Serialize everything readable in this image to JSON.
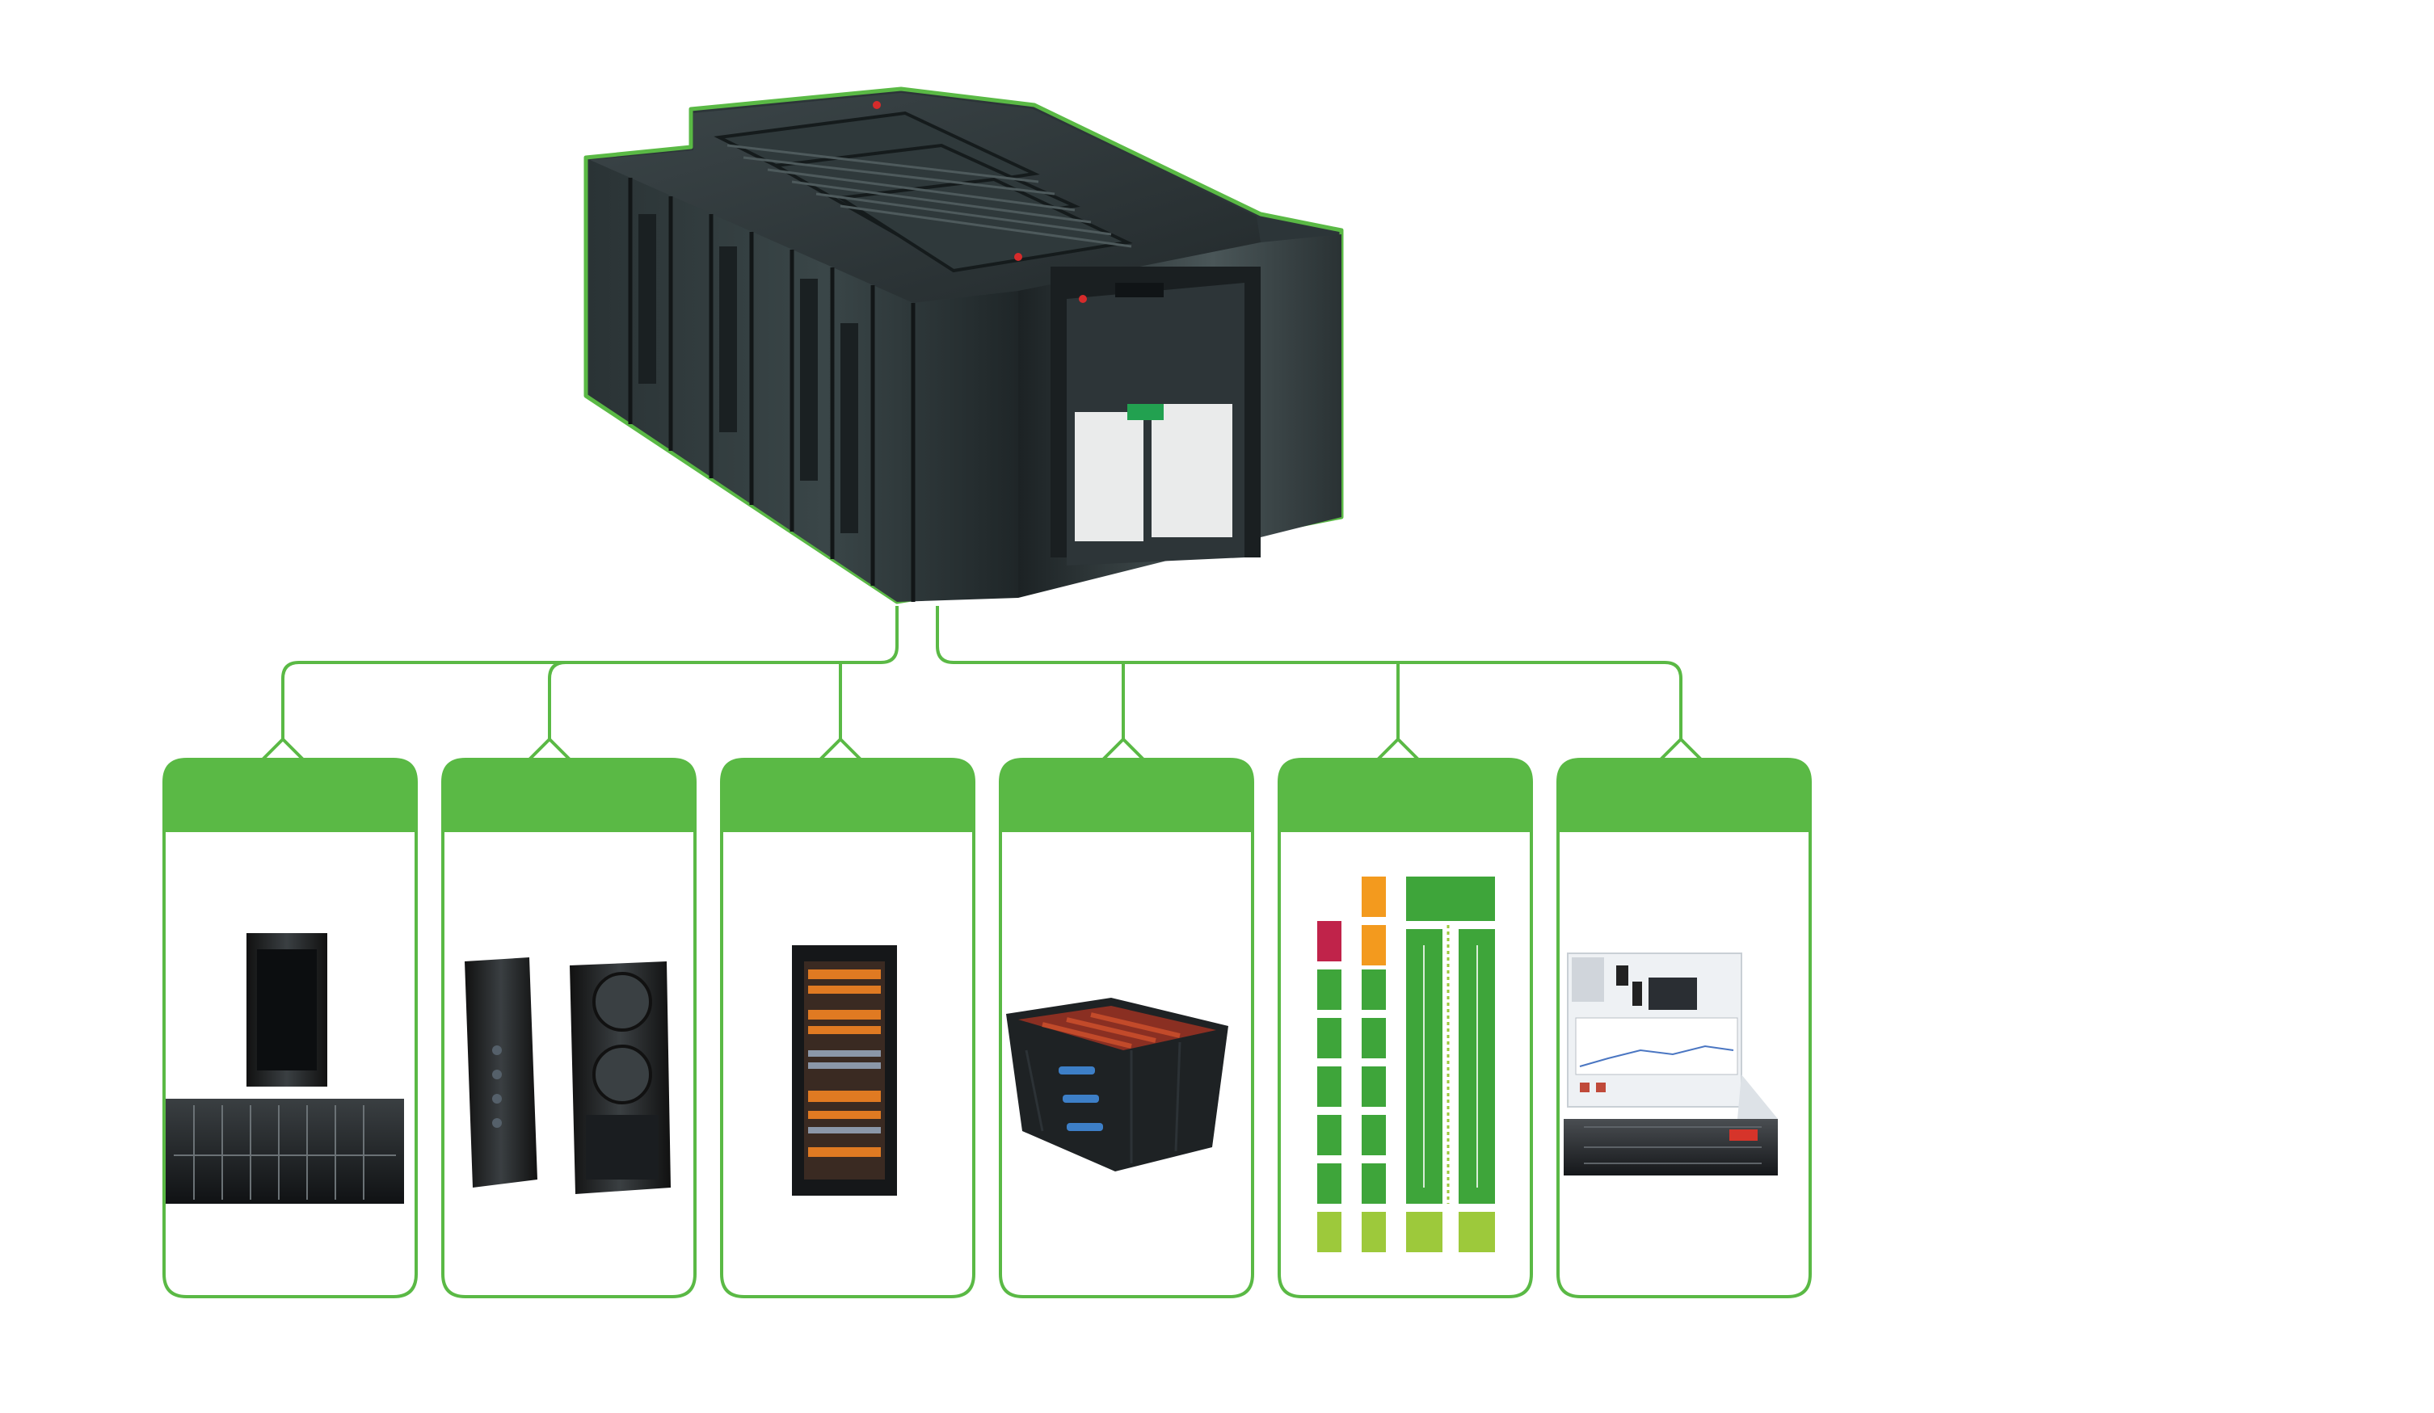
{
  "theme": {
    "accent": "#5ab945",
    "accent_dark": "#3e9a34",
    "bg": "#ffffff"
  },
  "diagram": {
    "root": {
      "icon": "modular-datacenter-pod-icon"
    },
    "children": [
      {
        "id": "ups",
        "header": "",
        "icon": "ups-power-cabinets-icon"
      },
      {
        "id": "cooling",
        "header": "",
        "icon": "inrow-cooling-units-icon"
      },
      {
        "id": "racks",
        "header": "",
        "icon": "network-rack-cabinet-icon"
      },
      {
        "id": "containment",
        "header": "",
        "icon": "hot-aisle-containment-icon"
      },
      {
        "id": "management",
        "header": "",
        "icon": "management-software-flowchart-icon"
      },
      {
        "id": "monitoring",
        "header": "",
        "icon": "monitoring-appliance-icon"
      }
    ]
  }
}
